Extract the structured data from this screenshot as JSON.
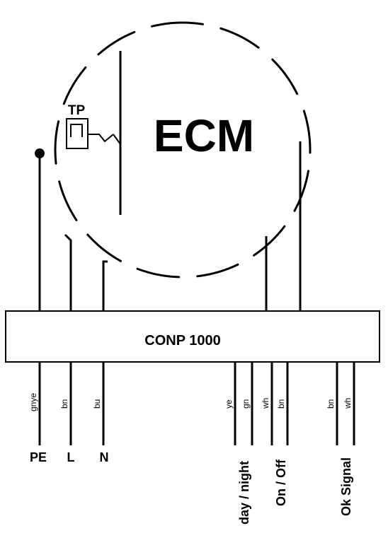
{
  "motor": {
    "label": "ECM",
    "thermal_protector_label": "TP"
  },
  "controller": {
    "label": "CONP 1000"
  },
  "terminals": [
    {
      "wire_color": "gnye",
      "signal": "PE"
    },
    {
      "wire_color": "bn",
      "signal": "L"
    },
    {
      "wire_color": "bu",
      "signal": "N"
    },
    {
      "wire_color": "ye",
      "signal": ""
    },
    {
      "wire_color": "gn",
      "signal": ""
    },
    {
      "wire_color": "wh",
      "signal": ""
    },
    {
      "wire_color": "bn",
      "signal": ""
    },
    {
      "wire_color": "bn",
      "signal": ""
    },
    {
      "wire_color": "wh",
      "signal": ""
    }
  ],
  "signal_groups": [
    {
      "label": "day / night"
    },
    {
      "label": "On / Off"
    },
    {
      "label": "Ok Signal"
    }
  ]
}
